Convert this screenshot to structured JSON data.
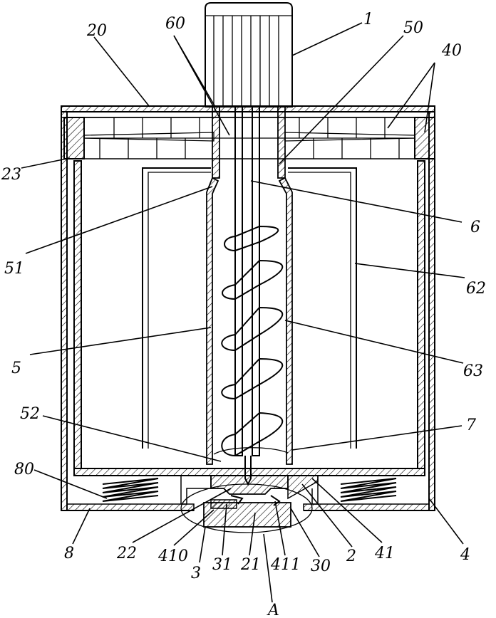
{
  "labels": {
    "l1": "1",
    "l20": "20",
    "l60": "60",
    "l50": "50",
    "l40": "40",
    "l23": "23",
    "l6": "6",
    "l51": "51",
    "l62": "62",
    "l5": "5",
    "l63": "63",
    "l52": "52",
    "l7": "7",
    "l80": "80",
    "l8": "8",
    "l22": "22",
    "l410": "410",
    "l3": "3",
    "l31": "31",
    "l21": "21",
    "l411": "411",
    "l30": "30",
    "l2": "2",
    "l41": "41",
    "l4": "4",
    "lA": "A"
  }
}
